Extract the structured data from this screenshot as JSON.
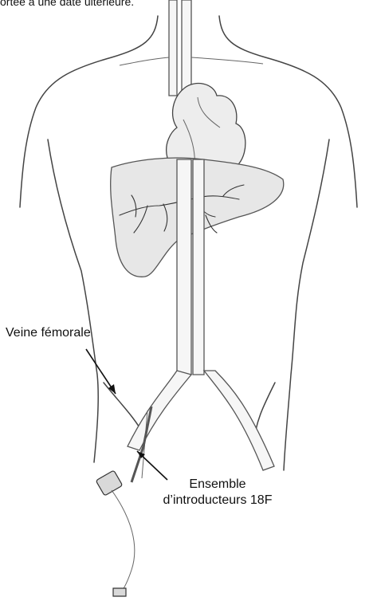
{
  "header": {
    "text": "ortée à une date ultérieure."
  },
  "labels": {
    "femoral_vein": "Veine fémorale",
    "introducer_line1": "Ensemble",
    "introducer_line2": "d’introducteurs 18F"
  }
}
